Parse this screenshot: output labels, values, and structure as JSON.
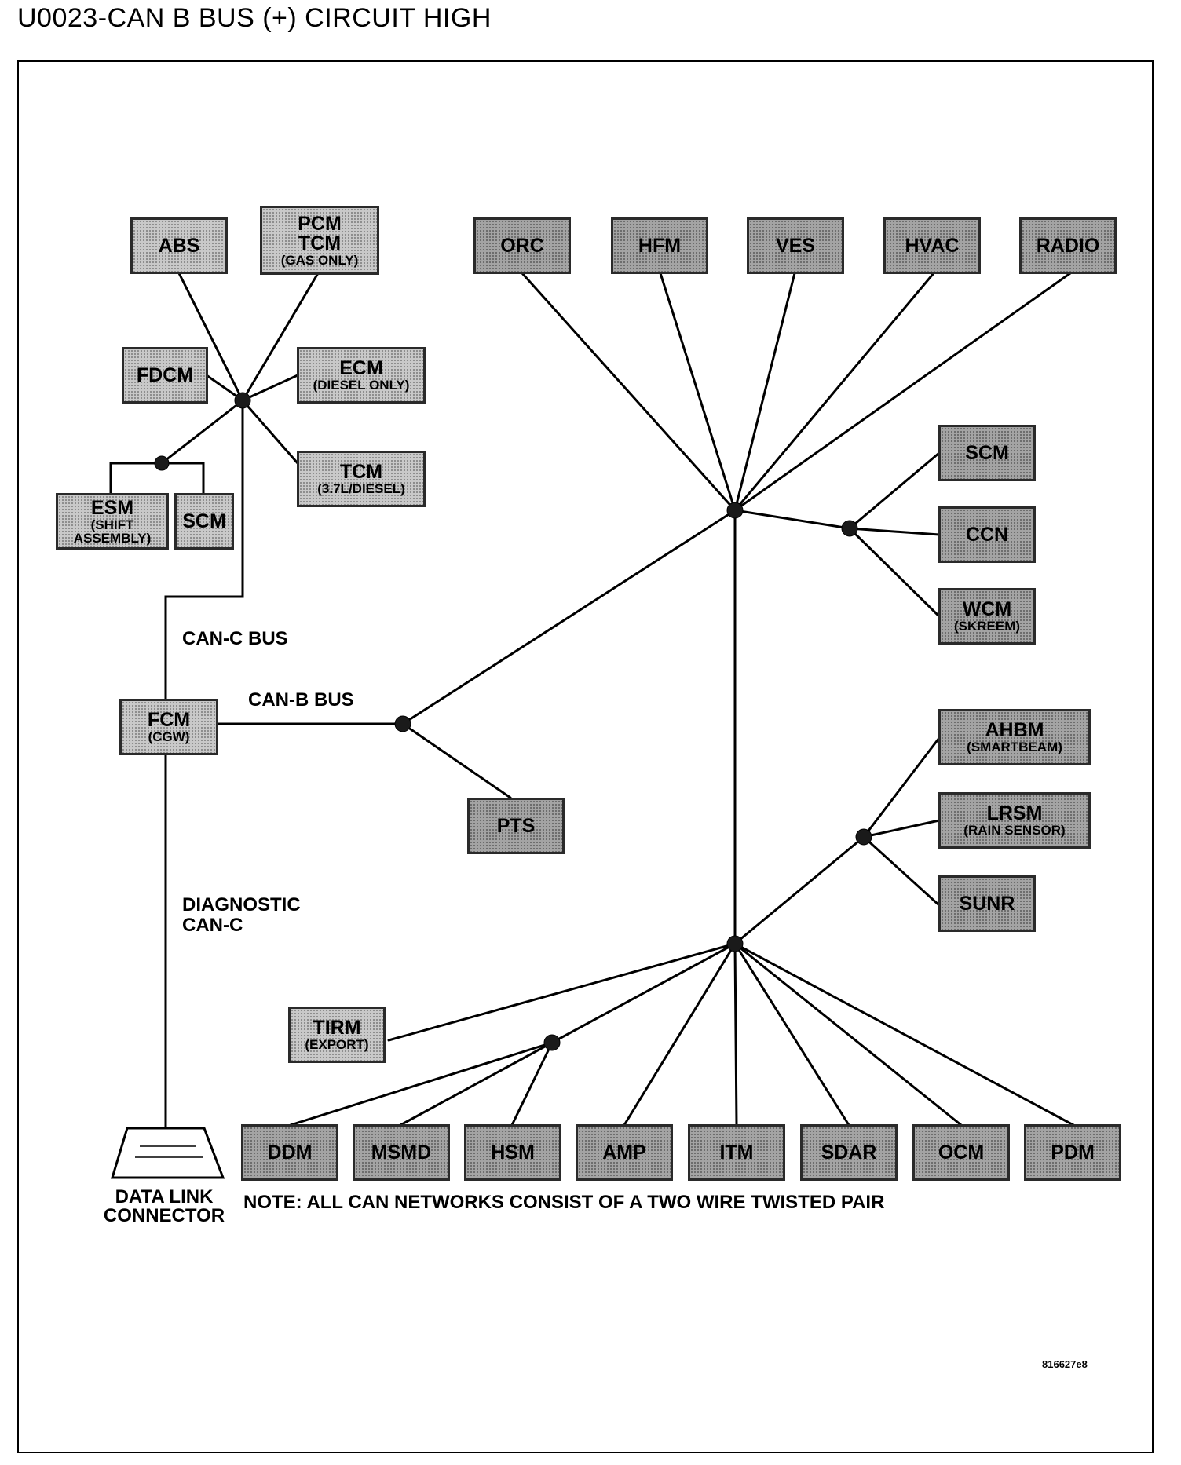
{
  "title": "U0023-CAN B BUS (+) CIRCUIT HIGH",
  "modules": {
    "abs": {
      "main": "ABS",
      "sub": ""
    },
    "pcm": {
      "main": "PCM",
      "main2": "TCM",
      "sub": "(GAS ONLY)"
    },
    "fdcm": {
      "main": "FDCM",
      "sub": ""
    },
    "ecm": {
      "main": "ECM",
      "sub": "(DIESEL ONLY)"
    },
    "tcm": {
      "main": "TCM",
      "sub": "(3.7L/DIESEL)"
    },
    "esm": {
      "main": "ESM",
      "sub": "(SHIFT",
      "sub2": "ASSEMBLY)"
    },
    "scm_left": {
      "main": "SCM",
      "sub": ""
    },
    "fcm": {
      "main": "FCM",
      "sub": "(CGW)"
    },
    "pts": {
      "main": "PTS",
      "sub": ""
    },
    "orc": {
      "main": "ORC",
      "sub": ""
    },
    "hfm": {
      "main": "HFM",
      "sub": ""
    },
    "ves": {
      "main": "VES",
      "sub": ""
    },
    "hvac": {
      "main": "HVAC",
      "sub": ""
    },
    "radio": {
      "main": "RADIO",
      "sub": ""
    },
    "scm_right": {
      "main": "SCM",
      "sub": ""
    },
    "ccn": {
      "main": "CCN",
      "sub": ""
    },
    "wcm": {
      "main": "WCM",
      "sub": "(SKREEM)"
    },
    "ahbm": {
      "main": "AHBM",
      "sub": "(SMARTBEAM)"
    },
    "lrsm": {
      "main": "LRSM",
      "sub": "(RAIN SENSOR)"
    },
    "sunr": {
      "main": "SUNR",
      "sub": ""
    },
    "tirm": {
      "main": "TIRM",
      "sub": "(EXPORT)"
    },
    "ddm": {
      "main": "DDM",
      "sub": ""
    },
    "msmd": {
      "main": "MSMD",
      "sub": ""
    },
    "hsm": {
      "main": "HSM",
      "sub": ""
    },
    "amp": {
      "main": "AMP",
      "sub": ""
    },
    "itm": {
      "main": "ITM",
      "sub": ""
    },
    "sdar": {
      "main": "SDAR",
      "sub": ""
    },
    "ocm": {
      "main": "OCM",
      "sub": ""
    },
    "pdm": {
      "main": "PDM",
      "sub": ""
    }
  },
  "labels": {
    "can_c_bus": "CAN-C BUS",
    "can_b_bus": "CAN-B BUS",
    "diagnostic_1": "DIAGNOSTIC",
    "diagnostic_2": "CAN-C",
    "dlc_1": "DATA LINK",
    "dlc_2": "CONNECTOR",
    "note": "NOTE: ALL CAN NETWORKS CONSIST OF A TWO WIRE TWISTED PAIR",
    "figure_id": "816627e8"
  }
}
